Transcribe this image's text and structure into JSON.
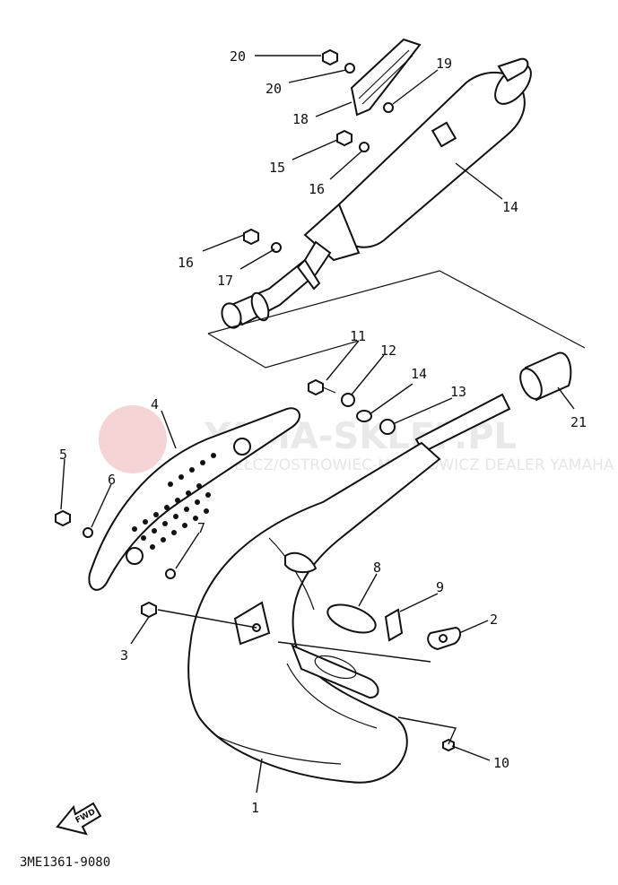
{
  "diagram": {
    "part_code": "3ME1361-9080",
    "fwd_label": "FWD",
    "watermark": {
      "site": "YAMA-SKLEP.PL",
      "dealer": "KIEŁCZ/OSTROWIEC-MIECHOWICZ DEALER YAMAHA"
    },
    "labels": [
      "1",
      "2",
      "3",
      "4",
      "5",
      "6",
      "7",
      "8",
      "9",
      "10",
      "11",
      "12",
      "13",
      "14",
      "15",
      "16",
      "16",
      "17",
      "17",
      "18",
      "19",
      "20",
      "20",
      "21"
    ]
  }
}
